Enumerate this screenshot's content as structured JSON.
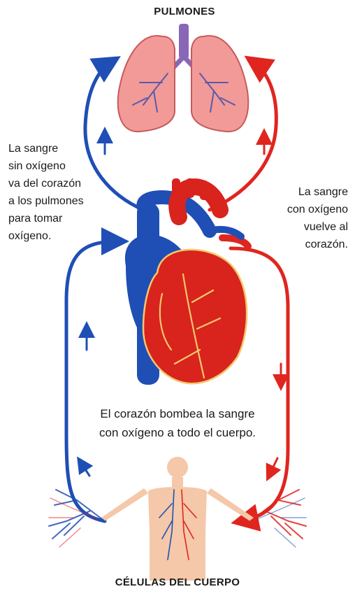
{
  "labels": {
    "top": "PULMONES",
    "bottom": "CÉLULAS DEL CUERPO",
    "left_caption": [
      "La sangre",
      "sin oxígeno",
      "va del corazón",
      "a los pulmones",
      "para tomar",
      "oxígeno."
    ],
    "right_caption": [
      "La sangre",
      "con oxígeno",
      "vuelve al",
      "corazón."
    ],
    "center_caption": [
      "El corazón bombea la sangre",
      "con oxígeno a todo el cuerpo."
    ]
  },
  "colors": {
    "deoxygenated": "#1f4fb5",
    "oxygenated": "#e0251f",
    "lungs": "#f29a98",
    "heart": "#d9231d",
    "body": "#f4c8a8"
  }
}
